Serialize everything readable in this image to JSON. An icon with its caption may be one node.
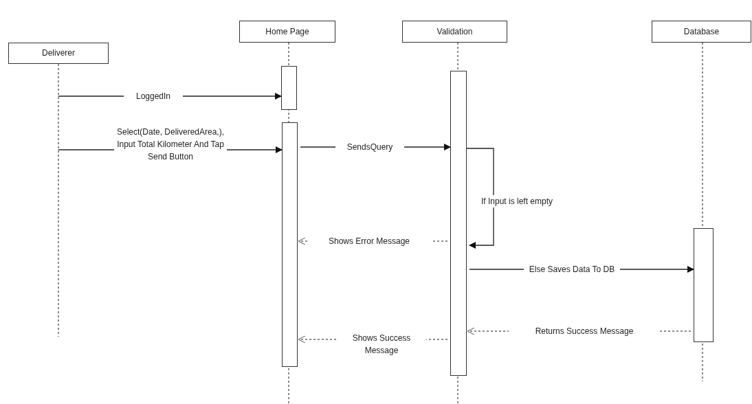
{
  "diagram": {
    "nodes": [
      {
        "text": [
          "Deliverer"
        ]
      },
      {
        "text": [
          "Home Page"
        ]
      },
      {
        "text": [
          "Validation"
        ]
      },
      {
        "text": [
          "Database"
        ]
      },
      {
        "text": [],
        "shape": "bar"
      },
      {
        "text": [],
        "shape": "bar"
      },
      {
        "text": [],
        "shape": "bar"
      },
      {
        "text": [],
        "shape": "bar"
      }
    ],
    "edges": [
      {
        "from": null,
        "to": 4,
        "arrow": "to",
        "label": "LoggedIn"
      },
      {
        "from": null,
        "to": 5,
        "arrow": "to",
        "label": "Select(Date, DeliveredArea,), Input Total Kilometer And Tap Send Button"
      },
      {
        "from": 5,
        "to": 6,
        "arrow": "to",
        "label": "SendsQuery"
      },
      {
        "from": 6,
        "to": 6,
        "arrow": "to",
        "label": "If Input is left empty"
      },
      {
        "from": 6,
        "to": 5,
        "arrow": "to",
        "label": "Shows Error Message",
        "style": "dashed"
      },
      {
        "from": 6,
        "to": 7,
        "arrow": "to",
        "label": "Else Saves Data To DB"
      },
      {
        "from": 7,
        "to": 6,
        "arrow": "to",
        "label": "Returns Success Message",
        "style": "dashed"
      },
      {
        "from": 6,
        "to": 5,
        "arrow": "to",
        "label": "Shows Success Message",
        "style": "dashed"
      }
    ]
  }
}
